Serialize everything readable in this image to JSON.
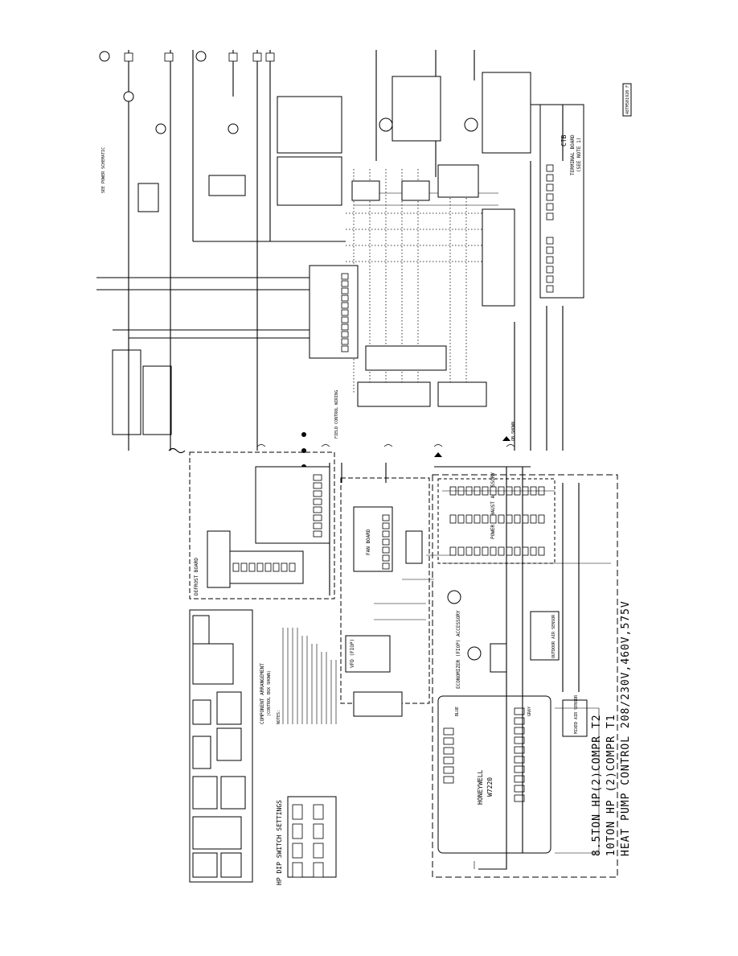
{
  "drawing_number": "48TM501920 F",
  "title": {
    "line1": "HEAT PUMP CONTROL 208/230V,460V,575V",
    "line2": "10TON HP (2)COMPR T1",
    "line3": "8.5TON HP(2)COMPR T2"
  },
  "ctb": {
    "name": "CTB",
    "subtitle": "TERMINAL BOARD",
    "note": "(SEE NOTE 1)"
  },
  "boards": {
    "defrost": "DEFROST BOARD",
    "fan": "FAN BOARD",
    "vfd": "VFD (FIOP)",
    "honeywell_brand": "HONEYWELL",
    "honeywell_model": "W7220",
    "economizer": "ECONOMIZER (FIOP) ACCESSORY",
    "power_exhaust": "POWER EXHAUST ACCESSORY",
    "outdoor_air": "OUTDOOR AIR SENSOR",
    "mixed_air": "MIXED AIR SENSOR"
  },
  "legend": {
    "dip_heading": "HP DIP SWITCH SETTINGS",
    "component_heading": "COMPONENT ARRANGEMENT",
    "component_sub": "(CONTROL BOX SHOWN)",
    "notes_heading": "NOTES:"
  },
  "labels": {
    "see_power_schematic": "SEE POWER SCHEMATIC",
    "field_control_wiring": "FIELD CONTROL WIRING",
    "ob_shown": "OB SHOWN",
    "blue": "BLUE",
    "gray": "GRAY"
  }
}
